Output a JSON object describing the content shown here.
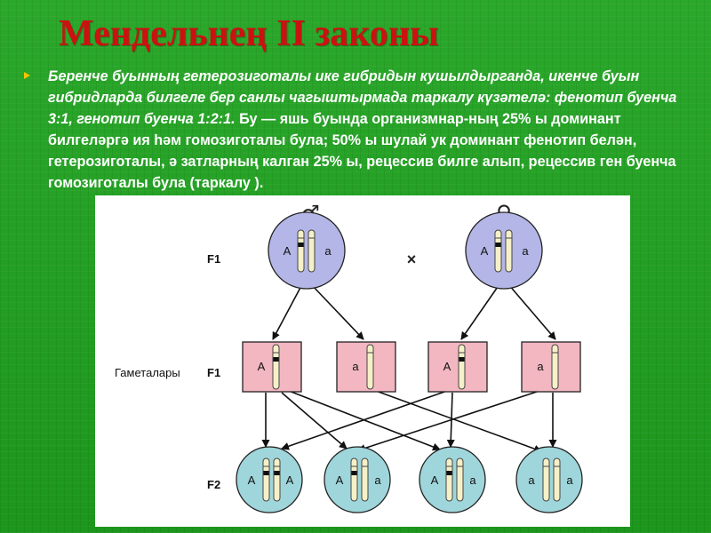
{
  "slide": {
    "title": "Мендельнең II законы",
    "bullet_italic": "Беренче буынның гетерозиготалы ике гибридын кушылдырганда, икенче буын гибридларда билгеле бер санлы чагыштырмада таркалу күзәтелә: фенотип буенча 3:1, генотип буенча 1:2:1.",
    "bullet_rest": " Бу — яшь буында организмнар-ның 25% ы доминант билгеләргә ия һәм гомозиготалы була; 50% ы шулай ук доминант фенотип белән, гетерозиготалы, ә затларның калган 25% ы, рецессив билге алып, рецессив ген буенча гомозиготалы була (таркалу )."
  },
  "diagram": {
    "parent_row_label": "F1",
    "gametes_label": "Гаметалары",
    "gametes_row_label": "F1",
    "offspring_row_label": "F2",
    "cross_sign": "×",
    "male_symbol": "♂",
    "female_symbol": "♀",
    "parents": [
      {
        "sex": "male",
        "left_allele": "A",
        "right_allele": "a"
      },
      {
        "sex": "female",
        "left_allele": "A",
        "right_allele": "a"
      }
    ],
    "gametes": [
      "A",
      "a",
      "A",
      "a"
    ],
    "offspring": [
      {
        "left_allele": "A",
        "right_allele": "A"
      },
      {
        "left_allele": "A",
        "right_allele": "a"
      },
      {
        "left_allele": "A",
        "right_allele": "a"
      },
      {
        "left_allele": "a",
        "right_allele": "a"
      }
    ]
  },
  "colors": {
    "background": "#1f9a1f",
    "title": "#cc1111",
    "bullet": "#f3c500",
    "parent_cell": "#b3b6e6",
    "gamete_cell": "#f2b7c1",
    "offspring_cell": "#9fd6dc",
    "chromosome": "#f6f0c8"
  }
}
